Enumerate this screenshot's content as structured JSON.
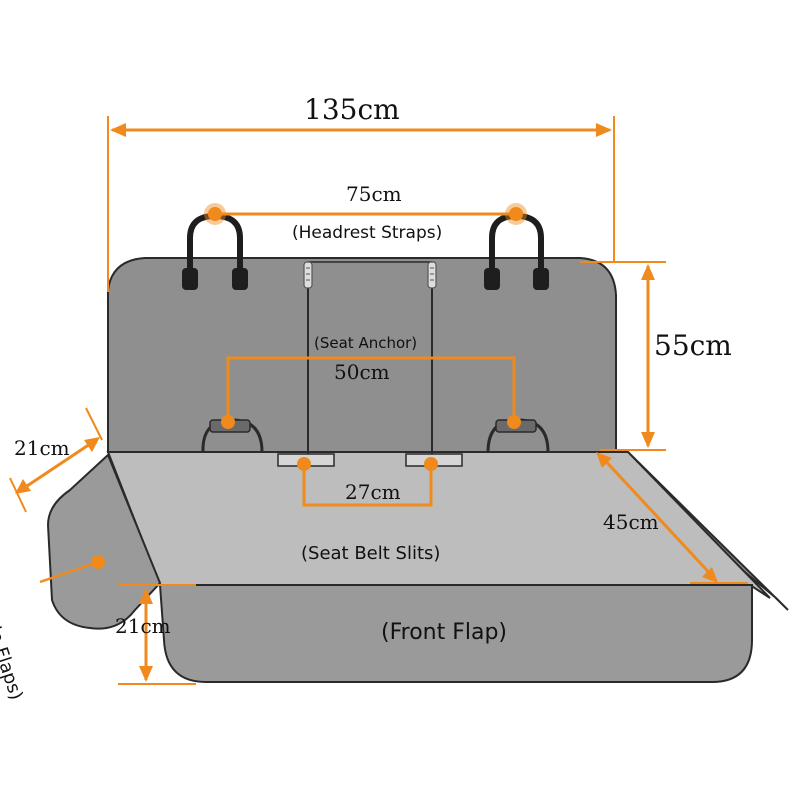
{
  "colors": {
    "accent": "#f08a1c",
    "seat_back": "#8f8f8f",
    "seat_base": "#bdbdbd",
    "front_flap": "#9a9a9a",
    "outline": "#2a2a2a",
    "strap": "#1e1e1e"
  },
  "dimensions": {
    "total_width": "135cm",
    "headrest_span": "75cm",
    "back_height": "55cm",
    "anchor_span": "50cm",
    "side_flap_width": "21cm",
    "slit_span": "27cm",
    "seat_depth": "45cm",
    "front_flap_height": "21cm"
  },
  "labels": {
    "headrest_straps": "(Headrest Straps)",
    "seat_anchor": "(Seat Anchor)",
    "seat_belt_slits": "(Seat Belt Slits)",
    "front_flap": "(Front Flap)",
    "side_flaps": "(Side Flaps)"
  }
}
